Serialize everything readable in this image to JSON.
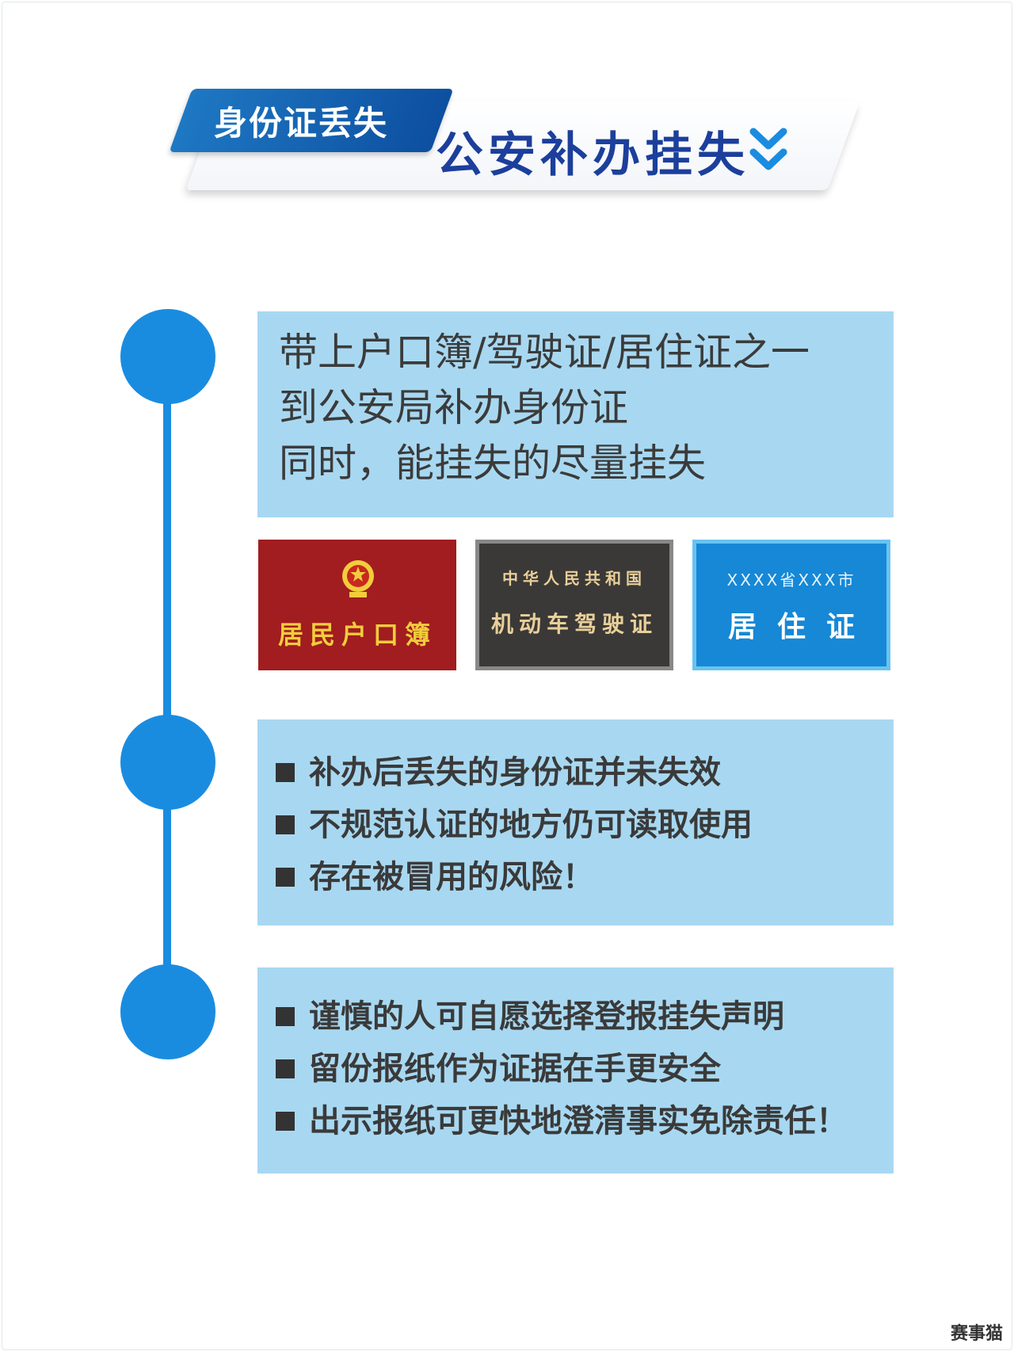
{
  "header": {
    "tag_label": "身份证丢失",
    "title": "公安补办挂失",
    "chevron_icon": "double-chevron-down-icon"
  },
  "colors": {
    "accent_blue": "#1a8ce0",
    "box_fill": "#a8d8f1",
    "title_navy": "#1c3f9c"
  },
  "step1": {
    "lines": [
      "带上户口簿/驾驶证/居住证之一",
      "到公安局补办身份证",
      "同时，能挂失的尽量挂失"
    ]
  },
  "cards": {
    "hukou": {
      "icon": "national-emblem-icon",
      "title": "居民户口簿"
    },
    "license": {
      "top": "中华人民共和国",
      "title": "机动车驾驶证"
    },
    "residence": {
      "top": "XXXX省XXX市",
      "title": "居住证"
    }
  },
  "step2": {
    "bullets": [
      "补办后丢失的身份证并未失效",
      "不规范认证的地方仍可读取使用",
      "存在被冒用的风险！"
    ]
  },
  "step3": {
    "bullets": [
      "谨慎的人可自愿选择登报挂失声明",
      "留份报纸作为证据在手更安全",
      "出示报纸可更快地澄清事实免除责任！"
    ]
  },
  "watermark": "赛事猫"
}
